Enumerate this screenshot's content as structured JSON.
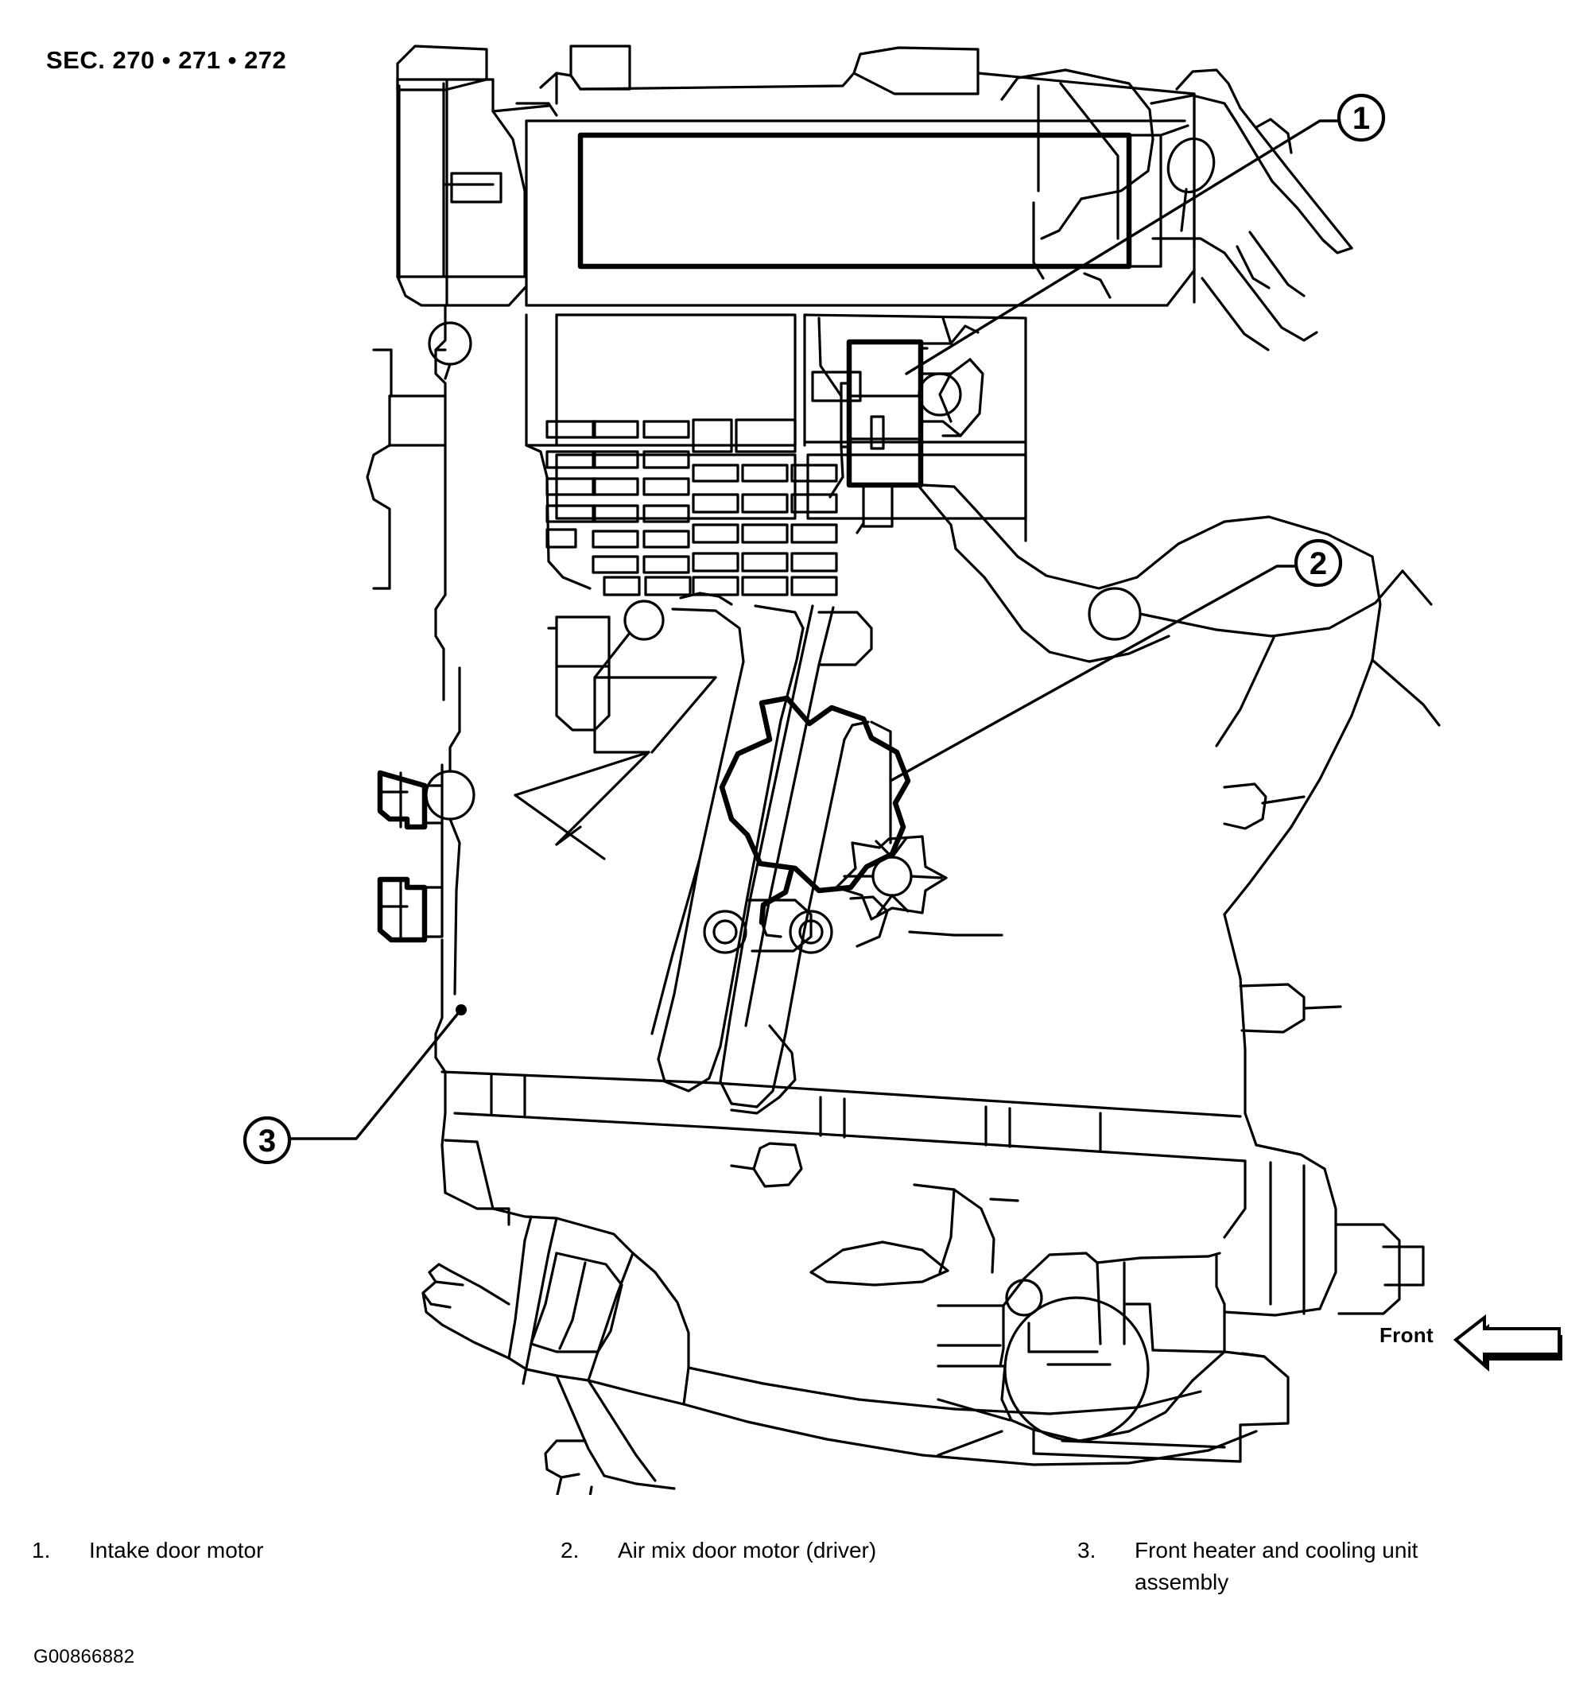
{
  "document": {
    "section_header": "SEC. 270 • 271 • 272",
    "figure_id": "G00866882"
  },
  "direction_indicator": {
    "label": "Front",
    "icon": "arrow-left-icon"
  },
  "callouts": [
    {
      "id": "1",
      "label": "1"
    },
    {
      "id": "2",
      "label": "2"
    },
    {
      "id": "3",
      "label": "3"
    }
  ],
  "legend": {
    "items": [
      {
        "number": "1.",
        "text": "Intake door motor"
      },
      {
        "number": "2.",
        "text": "Air mix door motor (driver)"
      },
      {
        "number": "3.",
        "text": "Front heater and cooling unit\nassembly"
      }
    ]
  },
  "colors": {
    "ink": "#000000",
    "paper": "#ffffff"
  }
}
